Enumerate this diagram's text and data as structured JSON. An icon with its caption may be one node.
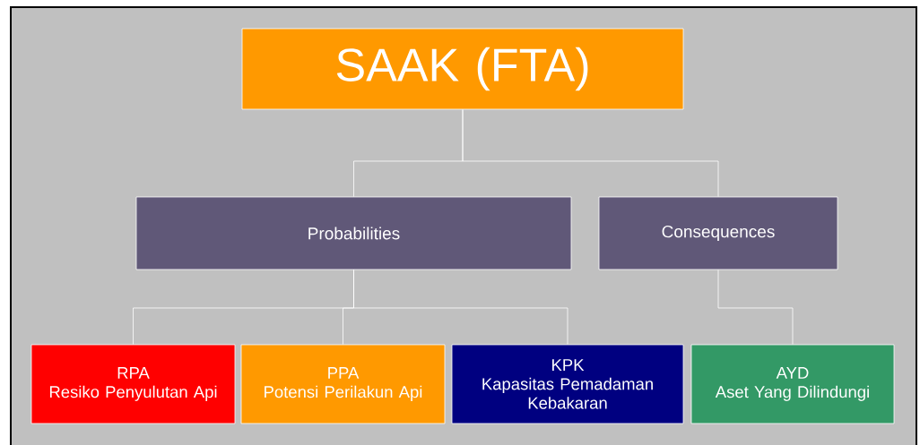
{
  "diagram": {
    "nodes": [
      {
        "text": [
          "SAAK (FTA)"
        ]
      },
      {
        "text": [
          "Probabilities"
        ]
      },
      {
        "text": [
          "Consequences"
        ]
      },
      {
        "text": [
          "RPA",
          "Resiko Penyulutan Api"
        ]
      },
      {
        "text": [
          "PPA",
          "Potensi Perilakun Api"
        ]
      },
      {
        "text": [
          "KPK",
          "Kapasitas Pemadaman Kebakaran"
        ]
      },
      {
        "text": [
          "AYD",
          "Aset Yang Dilindungi"
        ]
      }
    ],
    "edges": [
      {
        "from": 0,
        "to": 1,
        "arrow": "none"
      },
      {
        "from": 0,
        "to": 2,
        "arrow": "none"
      },
      {
        "from": 1,
        "to": 3,
        "arrow": "none"
      },
      {
        "from": 1,
        "to": 4,
        "arrow": "none"
      },
      {
        "from": 1,
        "to": 5,
        "arrow": "none"
      },
      {
        "from": 2,
        "to": 6,
        "arrow": "none"
      }
    ]
  }
}
